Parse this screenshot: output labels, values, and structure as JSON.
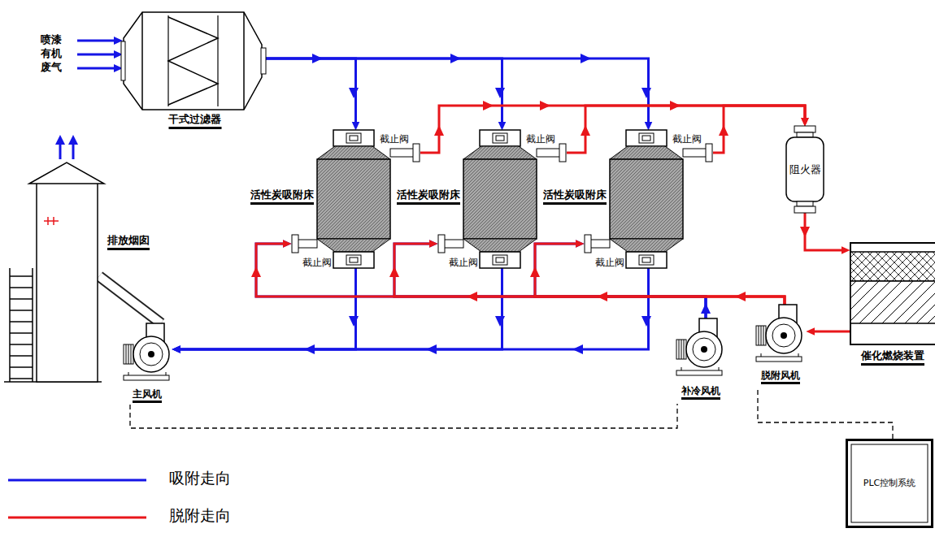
{
  "diagram": {
    "nodes": [
      {
        "text": [
          "干式过滤器"
        ]
      },
      {
        "text": [
          "活性炭吸附床"
        ]
      },
      {
        "text": [
          "活性炭吸附床"
        ]
      },
      {
        "text": [
          "活性炭吸附床"
        ]
      },
      {
        "text": [
          "阻火器"
        ]
      },
      {
        "text": [
          "排放烟囱"
        ]
      },
      {
        "text": [
          "催化燃烧装置"
        ]
      },
      {
        "text": [
          "主风机"
        ]
      },
      {
        "text": [
          "补冷风机"
        ]
      },
      {
        "text": [
          "脱附风机"
        ]
      },
      {
        "text": [
          "PLC控制系统"
        ]
      }
    ],
    "edges": [
      {
        "from": 0,
        "to": 1,
        "arrow": "to"
      },
      {
        "from": 0,
        "to": 2,
        "arrow": "to"
      },
      {
        "from": 0,
        "to": 3,
        "arrow": "to"
      },
      {
        "from": 1,
        "to": 7,
        "arrow": "to"
      },
      {
        "from": 2,
        "to": 7,
        "arrow": "to"
      },
      {
        "from": 3,
        "to": 7,
        "arrow": "to"
      },
      {
        "from": 7,
        "to": 5,
        "arrow": "none"
      },
      {
        "from": 1,
        "to": 4,
        "arrow": "to"
      },
      {
        "from": 2,
        "to": 4,
        "arrow": "to"
      },
      {
        "from": 3,
        "to": 4,
        "arrow": "to"
      },
      {
        "from": 4,
        "to": 6,
        "arrow": "to"
      },
      {
        "from": 6,
        "to": 9,
        "arrow": "to"
      },
      {
        "from": 9,
        "to": 1,
        "arrow": "to"
      },
      {
        "from": 9,
        "to": 2,
        "arrow": "to"
      },
      {
        "from": 9,
        "to": 3,
        "arrow": "to"
      },
      {
        "from": 8,
        "to": 1,
        "arrow": "to"
      },
      {
        "from": 8,
        "to": 2,
        "arrow": "to"
      },
      {
        "from": 8,
        "to": 3,
        "arrow": "to"
      },
      {
        "from": 7,
        "to": 8,
        "arrow": "none"
      },
      {
        "from": 9,
        "to": 10,
        "arrow": "none"
      }
    ],
    "labels": [
      "喷漆 有机 废气",
      "截止阀",
      "截止阀",
      "截止阀",
      "截止阀",
      "截止阀",
      "截止阀"
    ],
    "legend": [
      {
        "text": "吸附走向"
      },
      {
        "text": "脱附走向"
      }
    ]
  }
}
